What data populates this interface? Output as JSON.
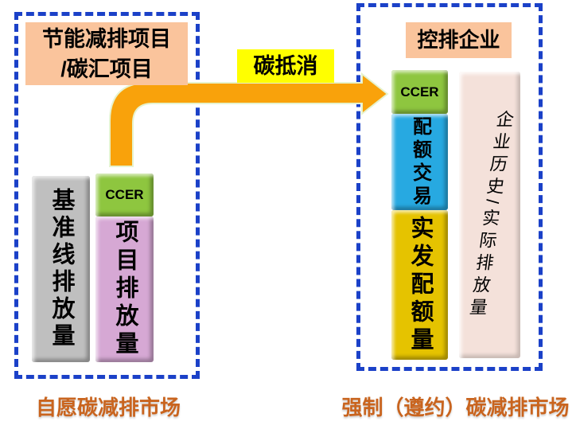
{
  "colors": {
    "dashed_border": "#1B41C8",
    "panel_label_bg": "#FAC49C",
    "offset_label_bg": "#FFFF00",
    "arrow_orange": "#F9A20B",
    "baseline_bar_gray": "#BFBFBF",
    "ccer_green": "#8EC63F",
    "project_bar_pink": "#D6A8D4",
    "quota_trade_blue": "#27A9E1",
    "issued_quota_gold": "#E5C300",
    "history_bar_beige": "#F4E1DA",
    "market_text_orange": "#C9641E"
  },
  "left_panel": {
    "title_line1": "节能减排项目",
    "title_line2": "/碳汇项目",
    "baseline_bar_label": "基准线排放量",
    "ccer_label": "CCER",
    "project_bar_label": "项目排放量",
    "market_label": "自愿碳减排市场"
  },
  "arrow": {
    "label": "碳抵消"
  },
  "right_panel": {
    "title": "控排企业",
    "ccer_label": "CCER",
    "quota_trade_label": "配额交易",
    "issued_quota_label": "实发配额量",
    "history_bar_label": "企业历史/实际排放量",
    "market_label": "强制（遵约）碳减排市场"
  }
}
